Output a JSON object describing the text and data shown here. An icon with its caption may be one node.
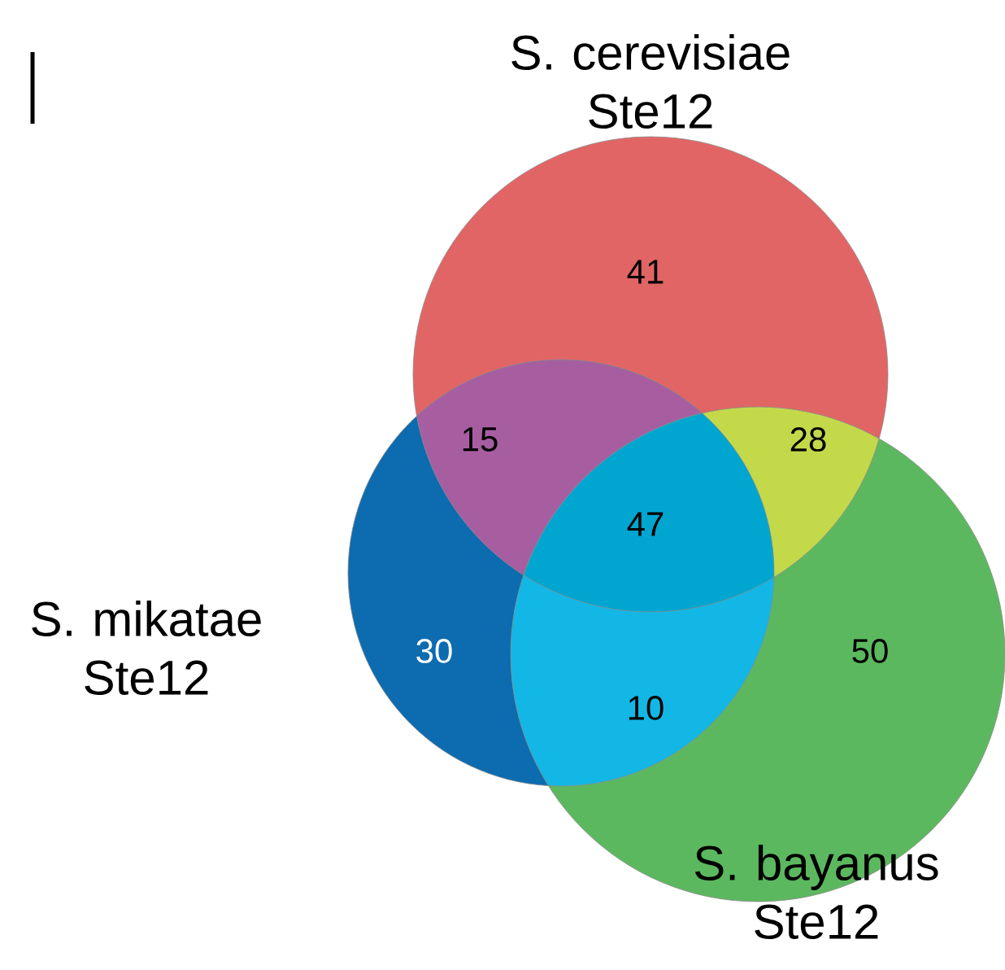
{
  "diagram": {
    "nodes": [
      {
        "text": [
          "S. cerevisiae Ste12"
        ]
      },
      {
        "text": [
          "S. mikatae Ste12"
        ]
      },
      {
        "text": [
          "S. bayanus Ste12"
        ]
      }
    ],
    "labels": [
      "41",
      "15",
      "28",
      "47",
      "30",
      "50",
      "10"
    ]
  }
}
